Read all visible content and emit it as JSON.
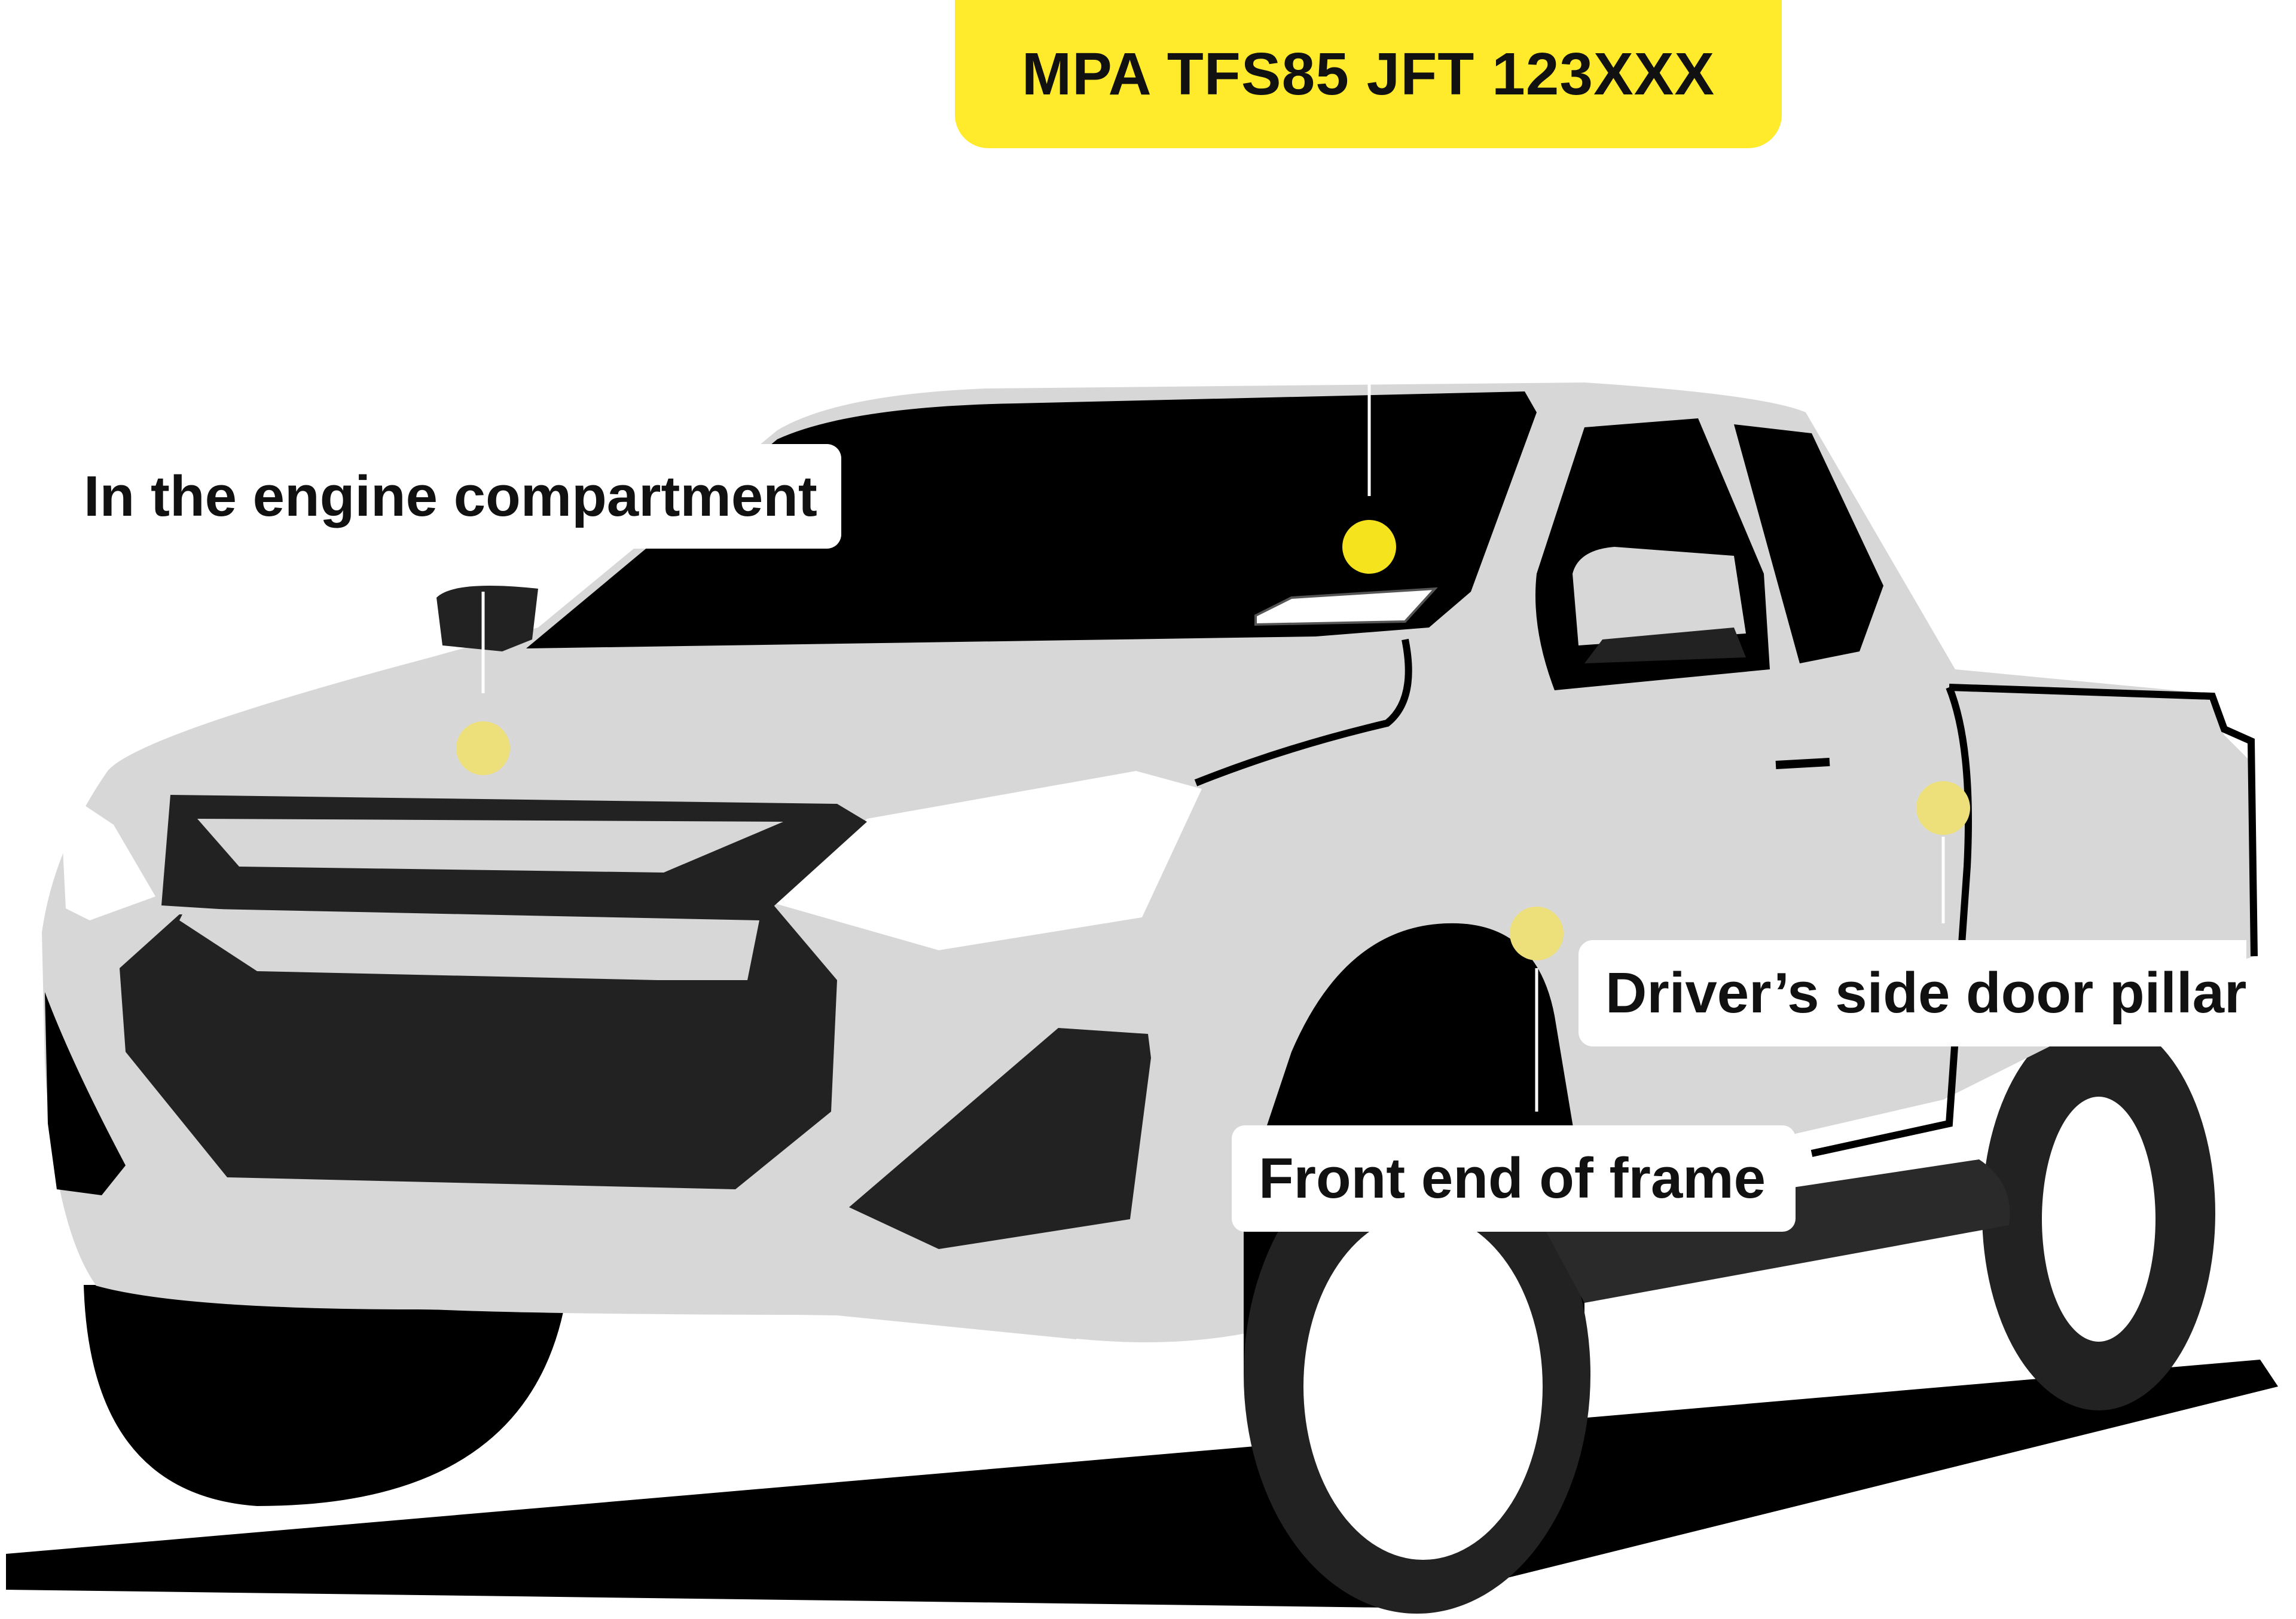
{
  "vin_badge": {
    "text": "MPA TFS85 JFT 123XXX",
    "color": "#FFEB2C"
  },
  "labels": {
    "engine": "In the engine compartment",
    "door_pillar": "Driver’s side door pillar",
    "frame": "Front end of frame"
  },
  "marker_colors": {
    "primary": "#F5E31E",
    "faded": "#EDE07A"
  },
  "palette": {
    "body": "#D7D7D7",
    "dark": "#222222",
    "black": "#000000",
    "white": "#FFFFFF"
  }
}
